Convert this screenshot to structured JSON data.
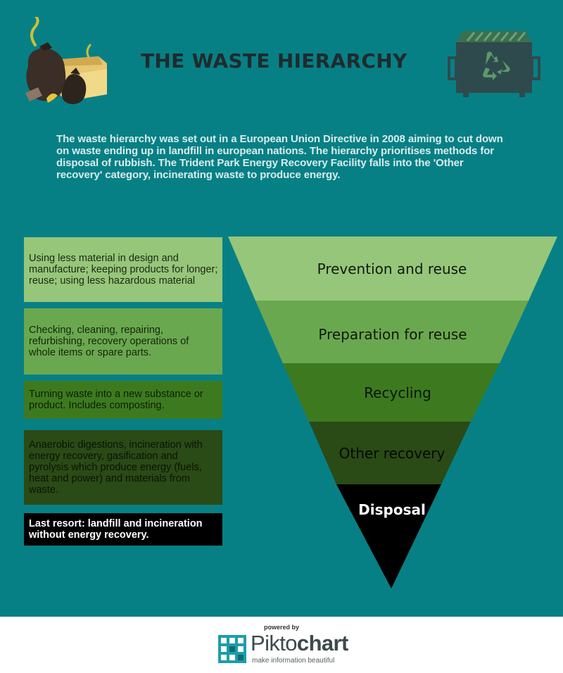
{
  "title": "THE WASTE HIERARCHY",
  "intro": "The waste hierarchy was set out in a European Union Directive in 2008 aiming to cut down on waste ending up in landfill in european nations. The hierarchy prioritises methods for disposal of rubbish. The Trident Park Energy Recovery Facility falls into the 'Other recovery' category, incinerating waste to produce energy.",
  "illustrations": {
    "left": "garbage-bags-and-box-icon",
    "right": "recycling-dumpster-icon"
  },
  "colors": {
    "background": "#078085",
    "level_1": "#96c67a",
    "level_2": "#6aa84f",
    "level_3": "#3d7a1f",
    "level_4": "#2a4a16",
    "level_5": "#000000",
    "title": "#1e2b2e"
  },
  "levels": [
    {
      "label": "Prevention and reuse",
      "description": "Using less material in design and manufacture; keeping products for longer; reuse; using less hazardous material"
    },
    {
      "label": "Preparation for reuse",
      "description": "Checking, cleaning, repairing, refurbishing, recovery operations of whole items or spare parts."
    },
    {
      "label": "Recycling",
      "description": "Turning waste into a new substance or product. Includes composting."
    },
    {
      "label": "Other recovery",
      "description": "Anaerobic digestions, incineration with energy recovery, gasification and pyrolysis which produce energy (fuels, heat and power) and materials from waste."
    },
    {
      "label": "Disposal",
      "description": "Last resort: landfill and incineration without energy recovery."
    }
  ],
  "footer": {
    "powered_by": "powered by",
    "brand_part1": "Pikto",
    "brand_part2": "chart",
    "tagline": "make information beautiful"
  }
}
